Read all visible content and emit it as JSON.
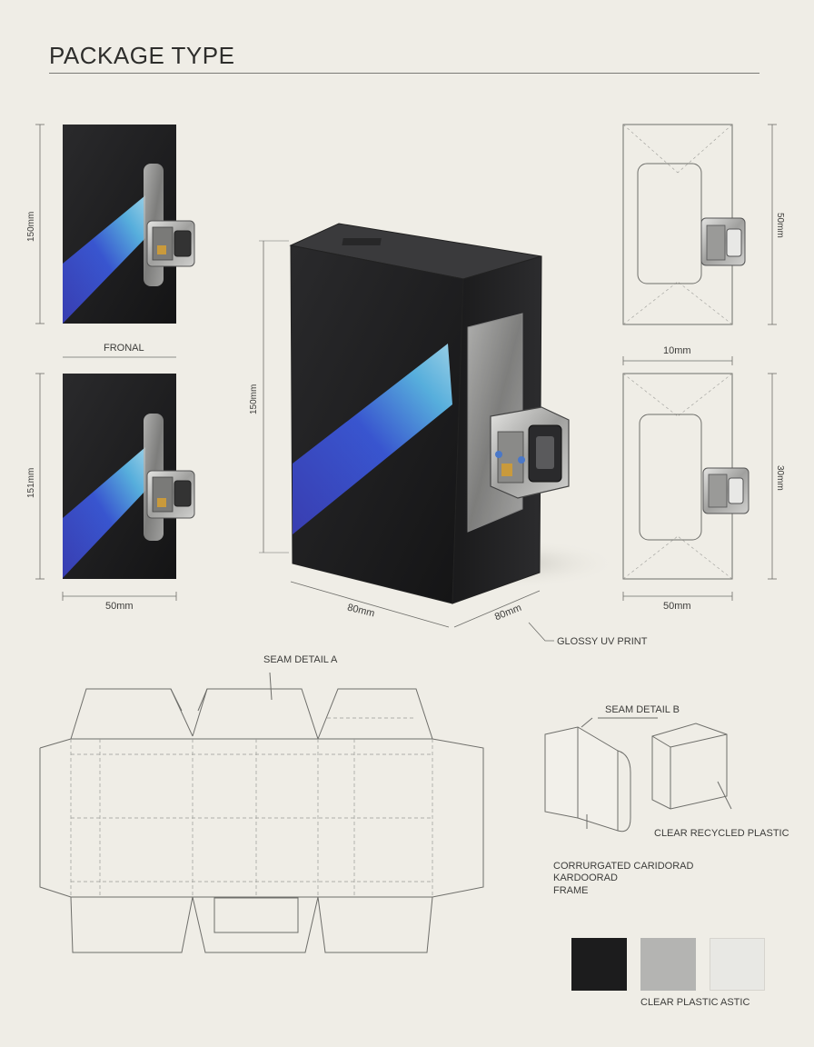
{
  "header": {
    "title": "PACKAGE TYPE"
  },
  "front_views": {
    "label_front": "FRONAL",
    "height_top": "150mm",
    "height_bottom": "151mm",
    "width_bottom": "50mm"
  },
  "main_view": {
    "height": "150mm",
    "depth_left": "80mm",
    "depth_right": "80mm",
    "finish_callout": "GLOSSY UV PRINT"
  },
  "side_views": {
    "height_top": "50mm",
    "width_middle": "10mm",
    "height_bottom": "30mm",
    "width_bottom": "50mm"
  },
  "dieline": {
    "callout": "SEAM DETAIL A"
  },
  "seam_detail": {
    "title": "SEAM DETAIL B",
    "plastic_callout": "CLEAR RECYCLED PLASTIC",
    "frame_line1": "CORRURGATED CARIDORAD",
    "frame_line2": "KARDOORAD",
    "frame_line3": "FRAME"
  },
  "materials": {
    "swatch_colors": [
      "#1c1c1d",
      "#b4b4b2",
      "#e8e8e4"
    ],
    "label_left": "CLEAR PLASTIC",
    "label_right": "ASTIC"
  },
  "colors": {
    "box_black": "#222224",
    "stripe_blue": "#3a58d8",
    "stripe_cyan": "#5ab6e6",
    "line_gray": "#6e6e6a",
    "paper": "#efede6"
  }
}
